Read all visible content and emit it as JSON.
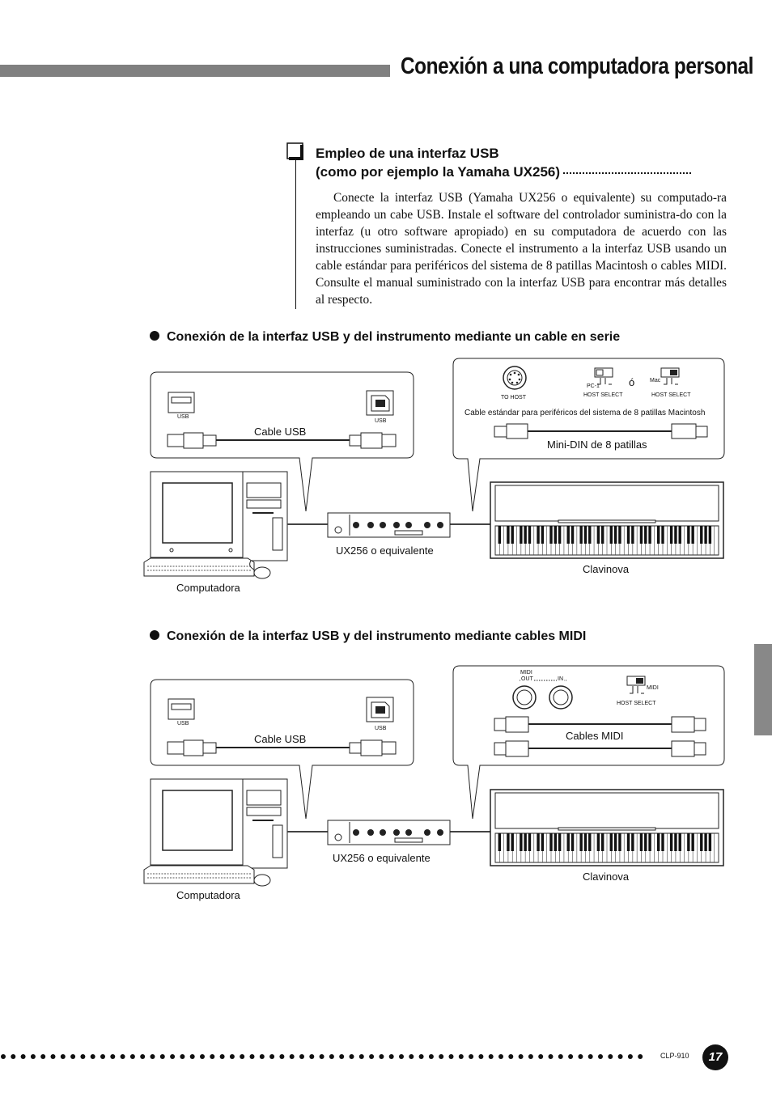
{
  "header": {
    "title": "Conexión a una computadora personal"
  },
  "section": {
    "heading_line1": "Empleo de una interfaz USB",
    "heading_line2": "(como por ejemplo la Yamaha UX256)",
    "body": "Conecte la interfaz USB (Yamaha UX256 o equivalente) su computado-ra empleando un cabe USB. Instale el software del controlador suministra-do con la interfaz (u otro software apropiado) en su computadora de acuerdo con las instrucciones suministradas. Conecte el instrumento a la interfaz USB usando un cable estándar para periféricos del sistema de 8 patillas Macintosh o cables MIDI. Consulte el manual suministrado con la interfaz USB para encontrar más detalles al respecto."
  },
  "diagram1": {
    "heading": "Conexión de la interfaz USB y del instrumento mediante un cable en serie",
    "usb_left": "USB",
    "usb_right": "USB",
    "cable_usb": "Cable USB",
    "to_host": "TO HOST",
    "pc1": "PC-1",
    "mac": "Mac",
    "host_select_1": "HOST SELECT",
    "host_select_2": "HOST SELECT",
    "or": "ó",
    "mac_cable": "Cable estándar para periféricos del sistema de 8 patillas Macintosh",
    "mini_din": "Mini-DIN de 8 patillas",
    "ux256": "UX256 o equivalente",
    "clavinova": "Clavinova",
    "computer": "Computadora"
  },
  "diagram2": {
    "heading": "Conexión de la interfaz USB y del instrumento mediante cables MIDI",
    "usb_left": "USB",
    "usb_right": "USB",
    "cable_usb": "Cable USB",
    "midi": "MIDI",
    "out": "OUT",
    "in": "IN",
    "midi_switch": "MIDI",
    "host_select": "HOST SELECT",
    "cables_midi": "Cables MIDI",
    "ux256": "UX256 o equivalente",
    "clavinova": "Clavinova",
    "computer": "Computadora"
  },
  "footer": {
    "model": "CLP-910",
    "page": "17"
  }
}
